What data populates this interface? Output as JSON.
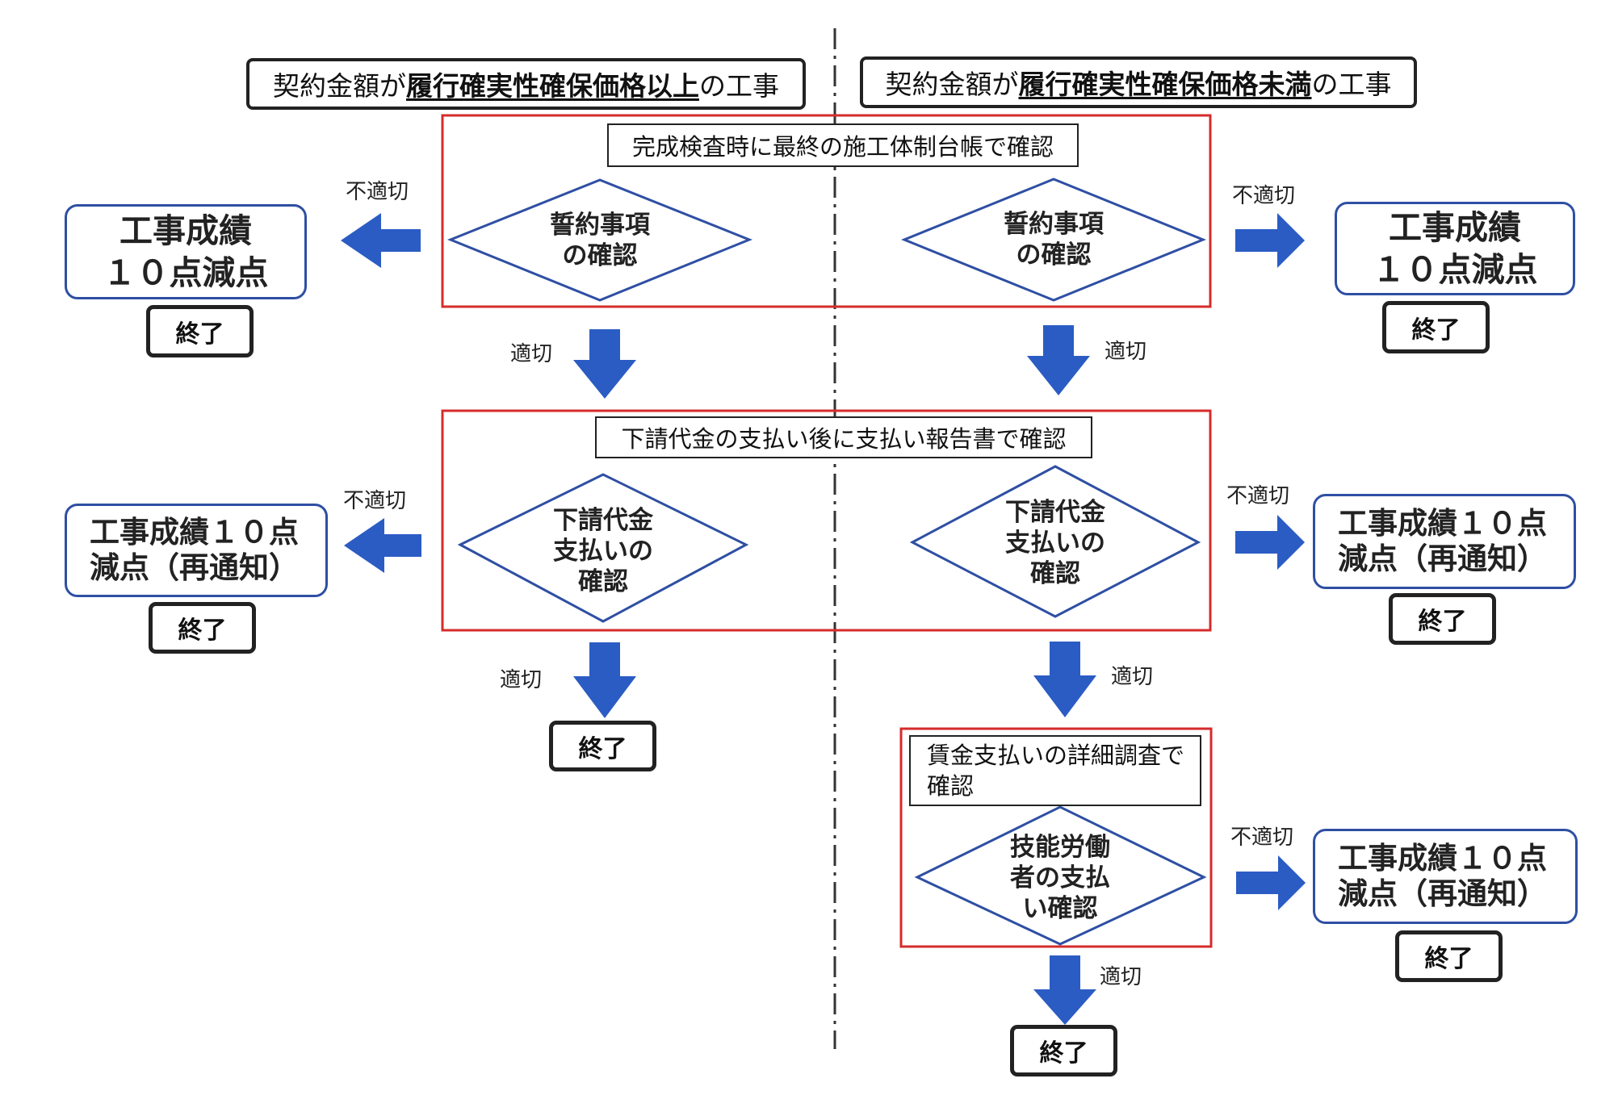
{
  "headers": {
    "left": {
      "pre": "契約金額が",
      "emph": "履行確実性確保価格以上",
      "post": "の工事"
    },
    "right": {
      "pre": "契約金額が",
      "emph": "履行確実性確保価格未満",
      "post": "の工事"
    }
  },
  "steps": {
    "step1_title": "完成検査時に最終の施工体制台帳で確認",
    "step2_title": "下請代金の支払い後に支払い報告書で確認",
    "step3_title": "賃金支払いの詳細調査で確認"
  },
  "diamonds": {
    "oath_left": "誓約事項\nの確認",
    "oath_right": "誓約事項\nの確認",
    "sub_left": "下請代金\n支払いの\n確認",
    "sub_right": "下請代金\n支払いの\n確認",
    "wage_right": "技能労働\n者の支払\nい確認"
  },
  "penalties": {
    "p1_left": "工事成績\n１０点減点",
    "p1_right": "工事成績\n１０点減点",
    "p2_left": "工事成績１０点\n減点（再通知）",
    "p2_right": "工事成績１０点\n減点（再通知）",
    "p3_right": "工事成績１０点\n減点（再通知）"
  },
  "labels": {
    "inappropriate": "不適切",
    "appropriate": "適切",
    "end": "終了"
  },
  "colors": {
    "arrow": "#2b5cc4",
    "frame_red": "#d62b2b",
    "diamond_stroke": "#2e4fa3",
    "penalty_border": "#2e4fa3"
  }
}
